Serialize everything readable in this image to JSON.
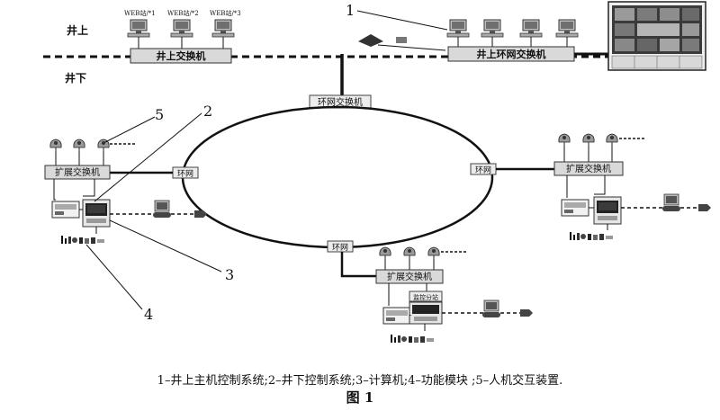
{
  "zones": {
    "surface": "井上",
    "underground": "井下"
  },
  "surface": {
    "web_terminals": [
      "WEB站/*1",
      "WEB站/*2",
      "WEB站/*3"
    ],
    "surface_switch": "井上交换机",
    "ring_switch_top": "井上环网交换机"
  },
  "network": {
    "ring_switch": "环网交换机",
    "ring_node": "环网",
    "expansion_switch": "扩展交换机",
    "panel_label": "监控分站"
  },
  "callouts": [
    "1",
    "2",
    "3",
    "4",
    "5"
  ],
  "caption": {
    "legend": "1–井上主机控制系统;2–井下控制系统;3–计算机;4–功能模块 ;5–人机交互装置.",
    "figure": "图 1"
  },
  "colors": {
    "line": "#111111",
    "box": "#d9d9d9",
    "device": "#555555"
  }
}
